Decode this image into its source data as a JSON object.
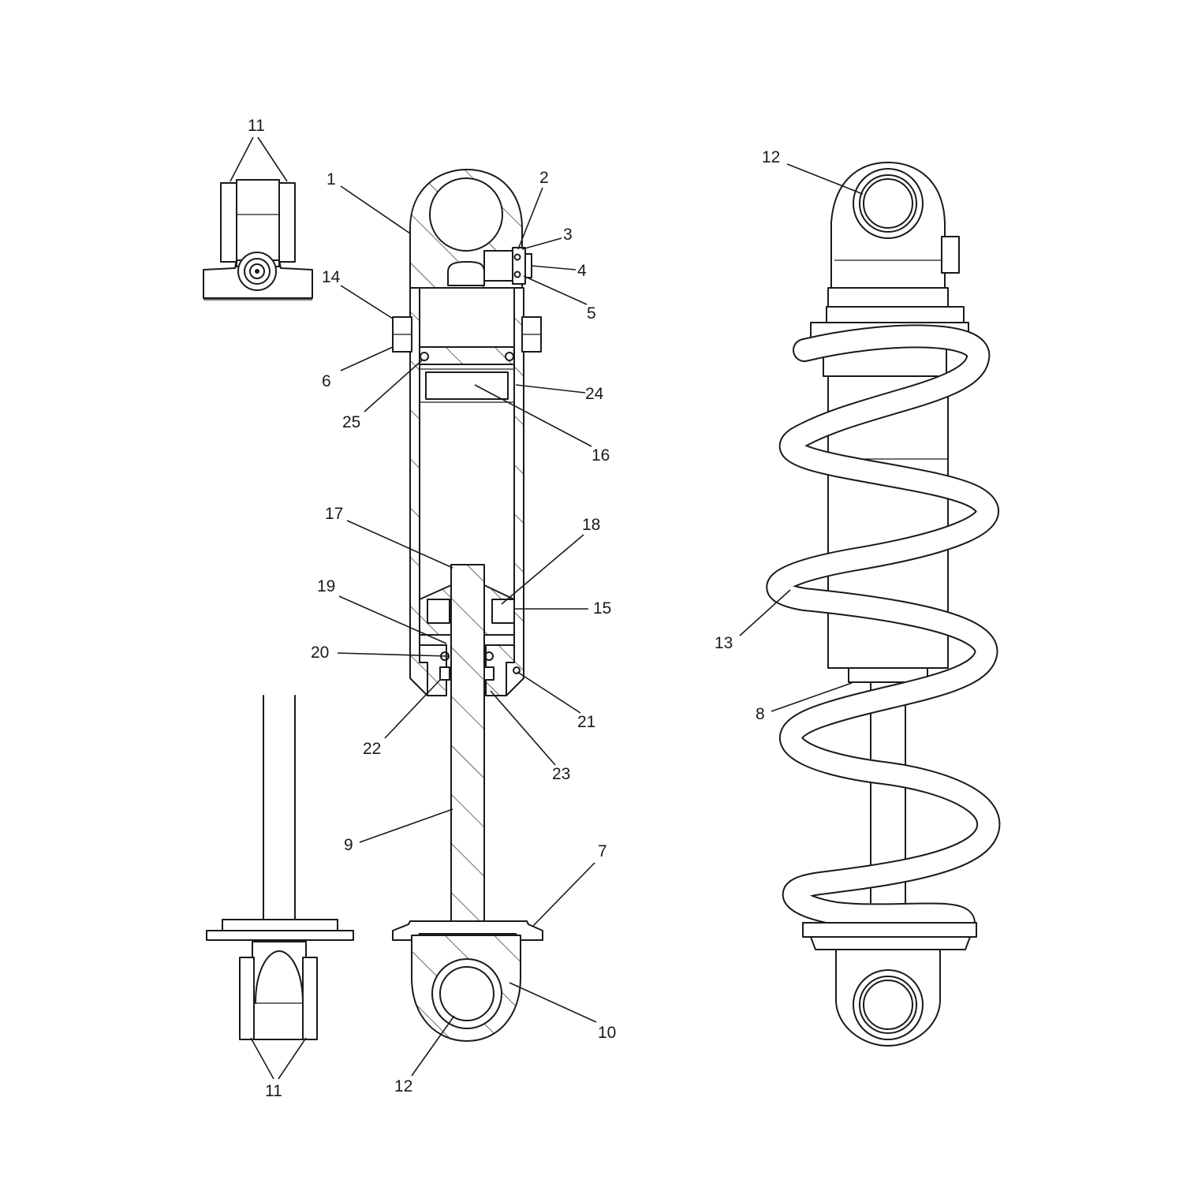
{
  "callouts": [
    {
      "id": "c11a",
      "text": "11"
    },
    {
      "id": "c1",
      "text": "1"
    },
    {
      "id": "c2",
      "text": "2"
    },
    {
      "id": "c3",
      "text": "3"
    },
    {
      "id": "c4",
      "text": "4"
    },
    {
      "id": "c5",
      "text": "5"
    },
    {
      "id": "c14",
      "text": "14"
    },
    {
      "id": "c6",
      "text": "6"
    },
    {
      "id": "c24",
      "text": "24"
    },
    {
      "id": "c25",
      "text": "25"
    },
    {
      "id": "c16",
      "text": "16"
    },
    {
      "id": "c17",
      "text": "17"
    },
    {
      "id": "c18",
      "text": "18"
    },
    {
      "id": "c19",
      "text": "19"
    },
    {
      "id": "c15",
      "text": "15"
    },
    {
      "id": "c20",
      "text": "20"
    },
    {
      "id": "c21",
      "text": "21"
    },
    {
      "id": "c22",
      "text": "22"
    },
    {
      "id": "c23",
      "text": "23"
    },
    {
      "id": "c9",
      "text": "9"
    },
    {
      "id": "c7",
      "text": "7"
    },
    {
      "id": "c10",
      "text": "10"
    },
    {
      "id": "c12a",
      "text": "12"
    },
    {
      "id": "c11b",
      "text": "11"
    },
    {
      "id": "c12b",
      "text": "12"
    },
    {
      "id": "c13",
      "text": "13"
    },
    {
      "id": "c8",
      "text": "8"
    }
  ]
}
